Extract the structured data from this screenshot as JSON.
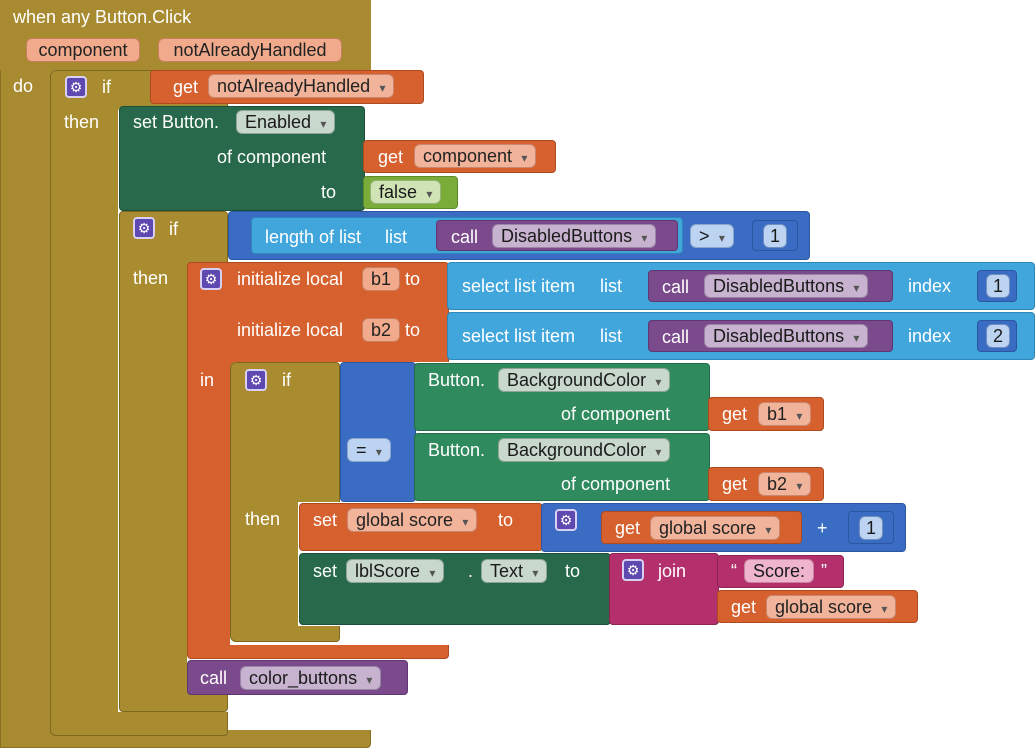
{
  "event": {
    "title": "when any Button.Click",
    "params": [
      "component",
      "notAlreadyHandled"
    ],
    "do_label": "do"
  },
  "if1": {
    "if_label": "if",
    "then_label": "then",
    "cond_get": "get",
    "cond_var": "notAlreadyHandled"
  },
  "set_enabled": {
    "set_label": "set Button.",
    "prop": "Enabled",
    "of_component": "of component",
    "to_label": "to",
    "get_label": "get",
    "get_var": "component",
    "value": "false"
  },
  "if2": {
    "if_label": "if",
    "then_label": "then",
    "length_label": "length of list",
    "list_label": "list",
    "call_label": "call",
    "proc_name": "DisabledButtons",
    "op": ">",
    "num": "1"
  },
  "locals": {
    "init_label": "initialize local",
    "to_label": "to",
    "in_label": "in",
    "b1": "b1",
    "b2": "b2",
    "select_label": "select list item",
    "list_label": "list",
    "call_label": "call",
    "proc_name": "DisabledButtons",
    "index_label": "index",
    "idx1": "1",
    "idx2": "2"
  },
  "if3": {
    "if_label": "if",
    "then_label": "then",
    "op": "=",
    "button_label": "Button.",
    "prop": "BackgroundColor",
    "of_component": "of component",
    "get_label": "get",
    "var1": "b1",
    "var2": "b2"
  },
  "set_score": {
    "set_label": "set",
    "var": "global score",
    "to_label": "to",
    "get_label": "get",
    "get_var": "global score",
    "plus": "+",
    "num": "1"
  },
  "set_label_text": {
    "set_label": "set",
    "component": "lblScore",
    "dot": ".",
    "prop": "Text",
    "to_label": "to",
    "join_label": "join",
    "open_quote": "“",
    "string": "Score:",
    "close_quote": "”",
    "get_label": "get",
    "get_var": "global score"
  },
  "call_color": {
    "call_label": "call",
    "proc_name": "color_buttons"
  },
  "icons": {
    "mutator": "gear-icon",
    "dropdown": "chevron-down-icon"
  },
  "colors": {
    "event": "#a88a30",
    "control": "#a98c2f",
    "variable": "#d6612e",
    "component": "#27694a",
    "list": "#41a6dc",
    "math": "#3a6cc4",
    "logic": "#7aac3a",
    "procedure": "#7b4a8c",
    "text": "#b3306c"
  }
}
